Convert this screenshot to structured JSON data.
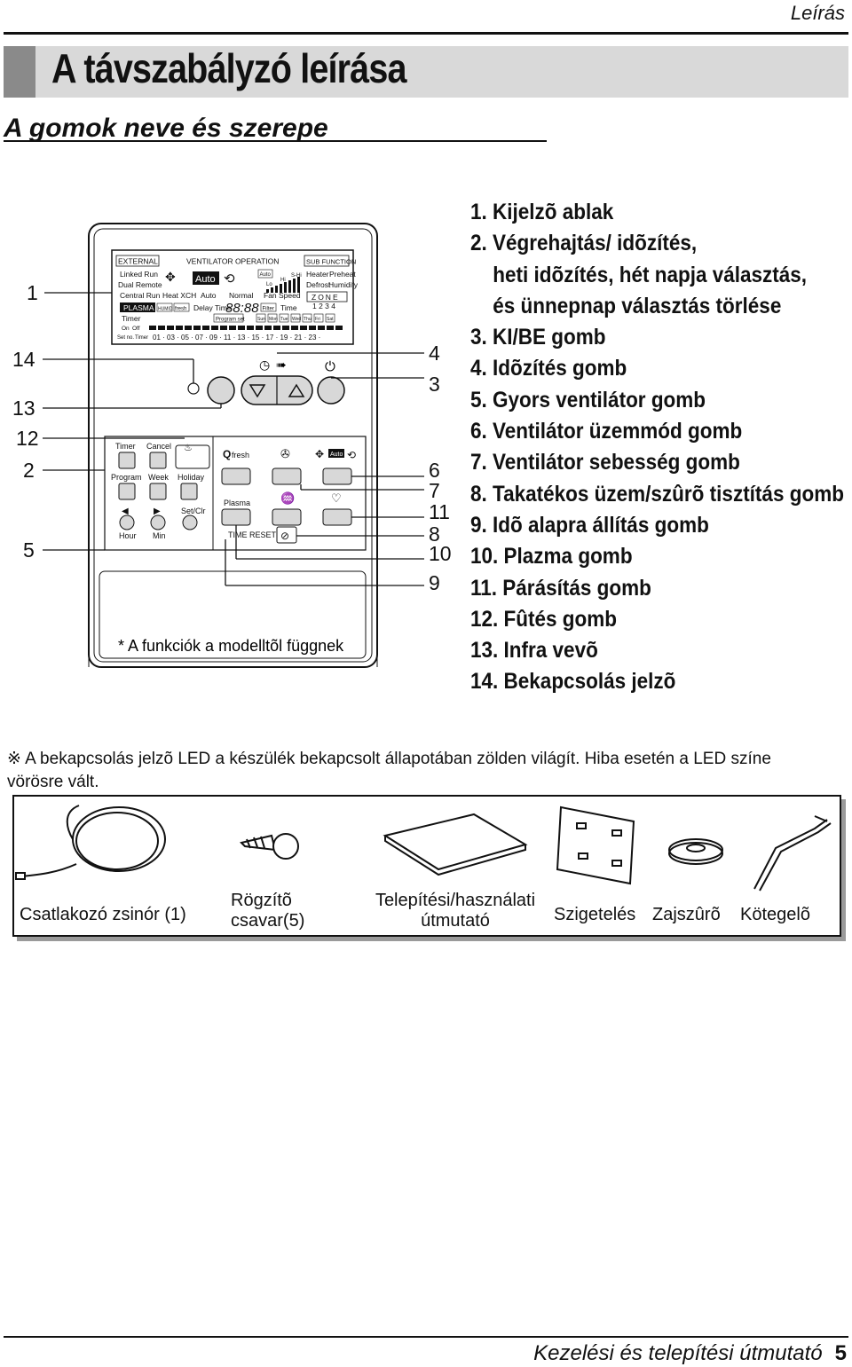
{
  "header": {
    "section": "Leírás"
  },
  "page_title": "A távszabályzó leírása",
  "section_title": "A gomok neve és szerepe",
  "remote": {
    "display": {
      "external": "EXTERNAL",
      "ventilator_operation": "VENTILATOR OPERATION",
      "sub_function": "SUB FUNCTION",
      "linked_run": "Linked Run",
      "dual_remote": "Dual Remote",
      "central_run": "Central Run",
      "auto_box": "Auto",
      "heat_xch": "Heat XCH",
      "auto": "Auto",
      "normal": "Normal",
      "fan_speed": "Fan Speed",
      "auto_small": "Auto",
      "lo": "Lo",
      "hi": "Hi",
      "shi": "S-Hi",
      "heater": "Heater",
      "preheat": "Preheat",
      "defrost": "Defrost",
      "humidify": "Humidify",
      "zone": "ZONE",
      "zone_nums": "1 2 3 4",
      "plasma": "PLASMA",
      "humid": "HUMID",
      "fresh": "fresh",
      "delay_time": "Delay Time",
      "clock": "88:88",
      "filter": "Filter",
      "time": "Time",
      "timer": "Timer",
      "program_set": "Program set",
      "on": "On",
      "off": "Off",
      "set_no": "Set no.",
      "timer_small": "Timer",
      "days": [
        "Sun",
        "Mon",
        "Tue",
        "Wed",
        "Thu",
        "Fri",
        "Sat"
      ],
      "hours": "01 · 03 · 05 · 07 · 09 · 11 · 13 · 15 · 17 · 19 · 21 · 23 ·"
    },
    "buttons": {
      "timer": "Timer",
      "cancel": "Cancel",
      "program": "Program",
      "week": "Week",
      "holiday": "Holiday",
      "set_clr": "Set/Clr",
      "hour": "Hour",
      "min": "Min",
      "qfresh": "fresh",
      "auto": "Auto",
      "plasma": "Plasma",
      "time_reset": "TIME RESET"
    },
    "footnote": "* A funkciók a modelltõl függnek"
  },
  "callouts_left": [
    "1",
    "14",
    "13",
    "12",
    "2",
    "5"
  ],
  "callouts_right": [
    "4",
    "3",
    "6",
    "7",
    "11",
    "8",
    "10",
    "9"
  ],
  "legend": [
    "1. Kijelzõ ablak",
    "2. Végrehajtás/ idõzítés,",
    "heti idõzítés, hét napja választás,",
    "és ünnepnap választás törlése",
    "3. KI/BE gomb",
    "4. Idõzítés gomb",
    "5. Gyors ventilátor gomb",
    "6. Ventilátor üzemmód gomb",
    "7. Ventilátor sebesség gomb",
    "8. Takatékos üzem/szûrõ tisztítás gomb",
    "9. Idõ alapra állítás gomb",
    "10. Plazma gomb",
    "11. Párásítás gomb",
    "12. Fûtés gomb",
    "13. Infra vevõ",
    "14. Bekapcsolás jelzõ"
  ],
  "note": {
    "symbol": "※",
    "text": "A bekapcsolás jelzõ LED a készülék bekapcsolt állapotában zölden világít. Hiba esetén a LED színe vörösre vált."
  },
  "accessories": {
    "cable": "Csatlakozó zsinór (1)",
    "screw_line1": "Rögzítõ",
    "screw_line2": "csavar(5)",
    "manual_line1": "Telepítési/használati",
    "manual_line2": "útmutató",
    "insulation": "Szigetelés",
    "filter": "Zajszûrõ",
    "binder": "Kötegelõ"
  },
  "footer": {
    "title": "Kezelési és telepítési útmutató",
    "page": "5"
  }
}
